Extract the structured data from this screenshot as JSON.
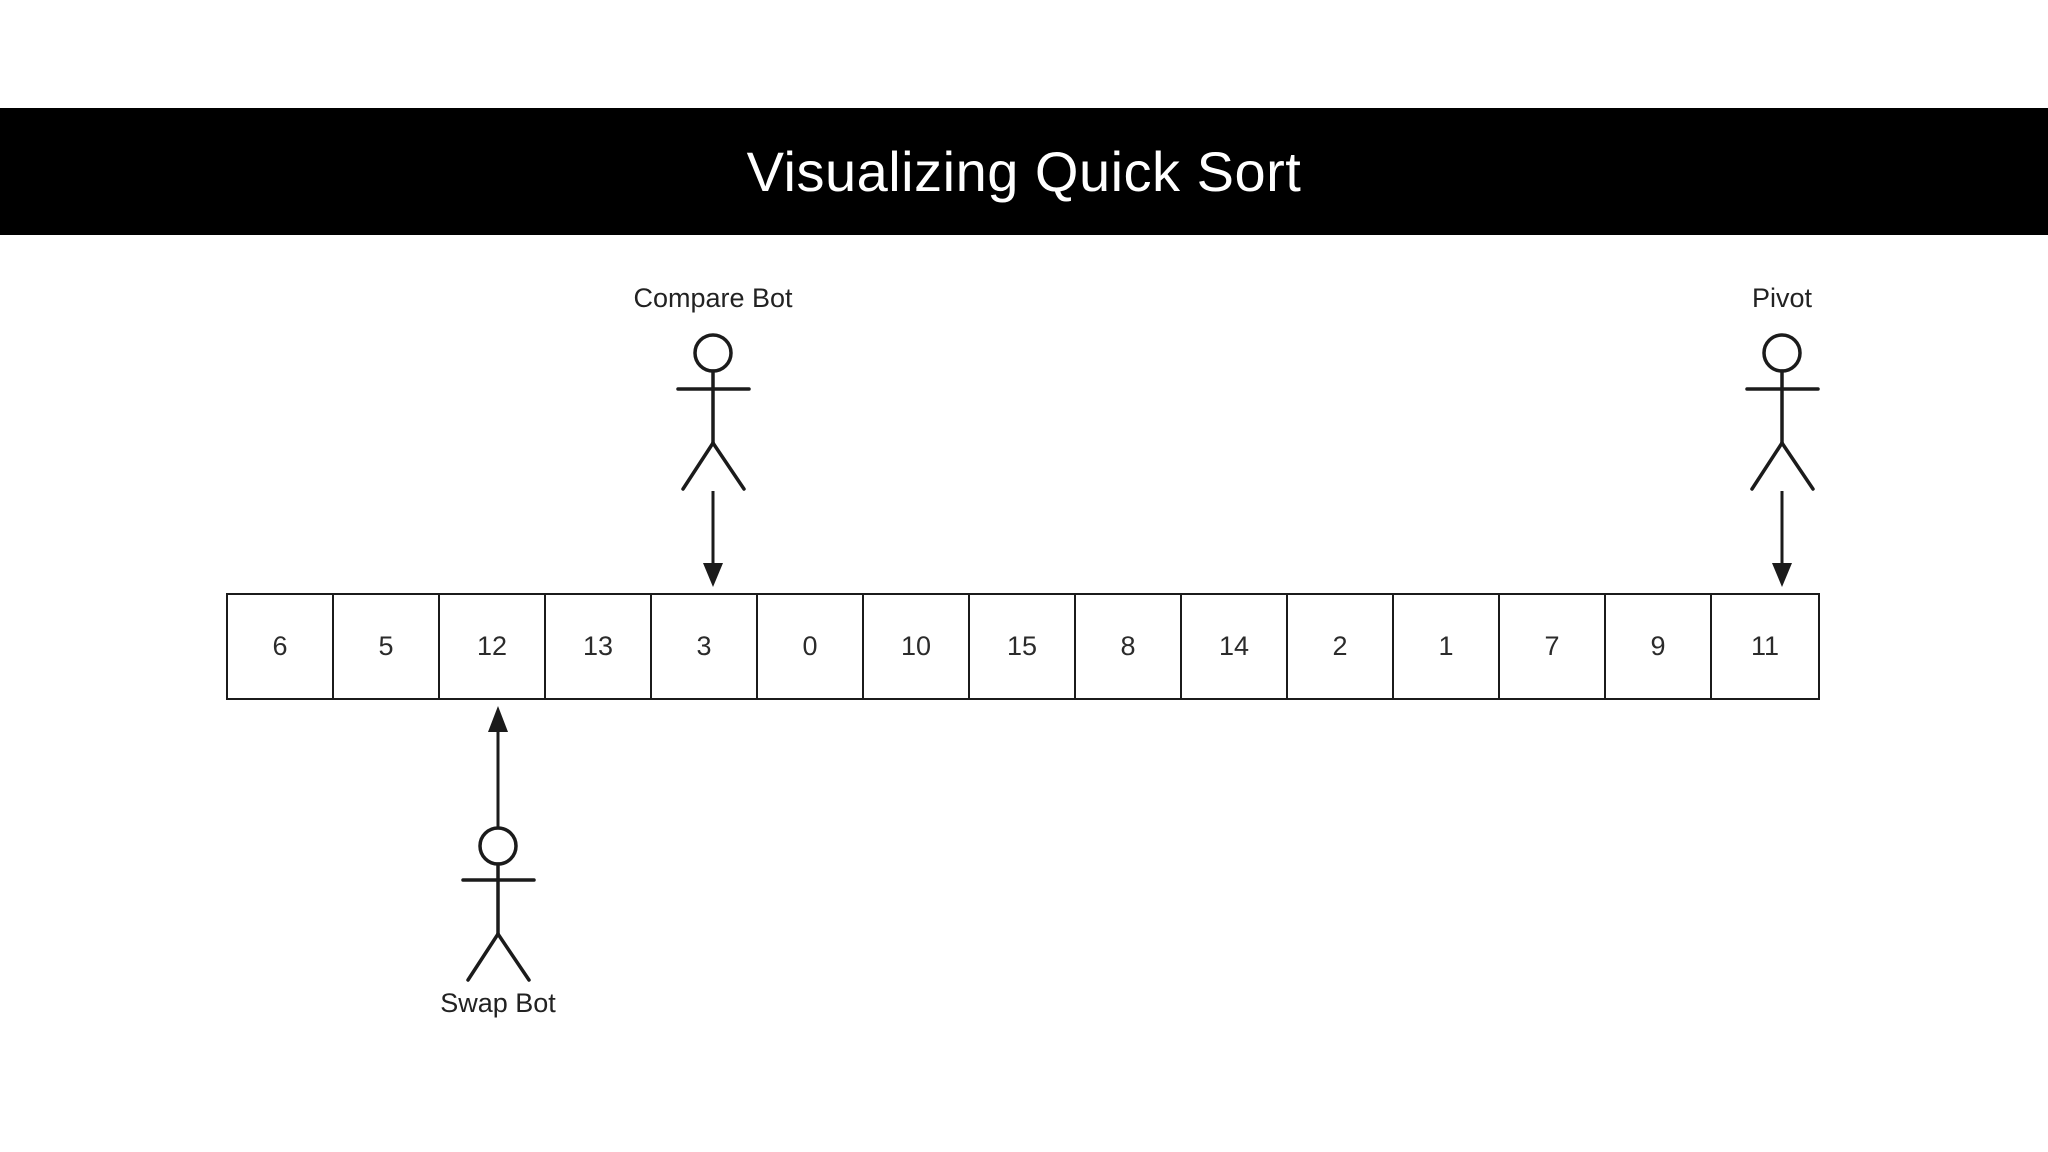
{
  "banner": {
    "title": "Visualizing Quick Sort",
    "background_color": "#000000",
    "text_color": "#ffffff"
  },
  "canvas": {
    "background_color": "#ffffff",
    "stroke_color": "#1b1b1b"
  },
  "array": {
    "length": 15,
    "values": [
      "6",
      "5",
      "12",
      "13",
      "3",
      "0",
      "10",
      "15",
      "8",
      "14",
      "2",
      "1",
      "7",
      "9",
      "11"
    ]
  },
  "bots": {
    "compare": {
      "label": "Compare Bot",
      "icon": "stick-figure-icon",
      "arrow": "arrow-down-icon",
      "points_to_index": 4,
      "points_to_value": "3"
    },
    "pivot": {
      "label": "Pivot",
      "icon": "stick-figure-icon",
      "arrow": "arrow-down-icon",
      "points_to_index": 14,
      "points_to_value": "11"
    },
    "swap": {
      "label": "Swap Bot",
      "icon": "stick-figure-icon",
      "arrow": "arrow-up-icon",
      "points_to_index": 2,
      "points_to_value": "12"
    }
  }
}
